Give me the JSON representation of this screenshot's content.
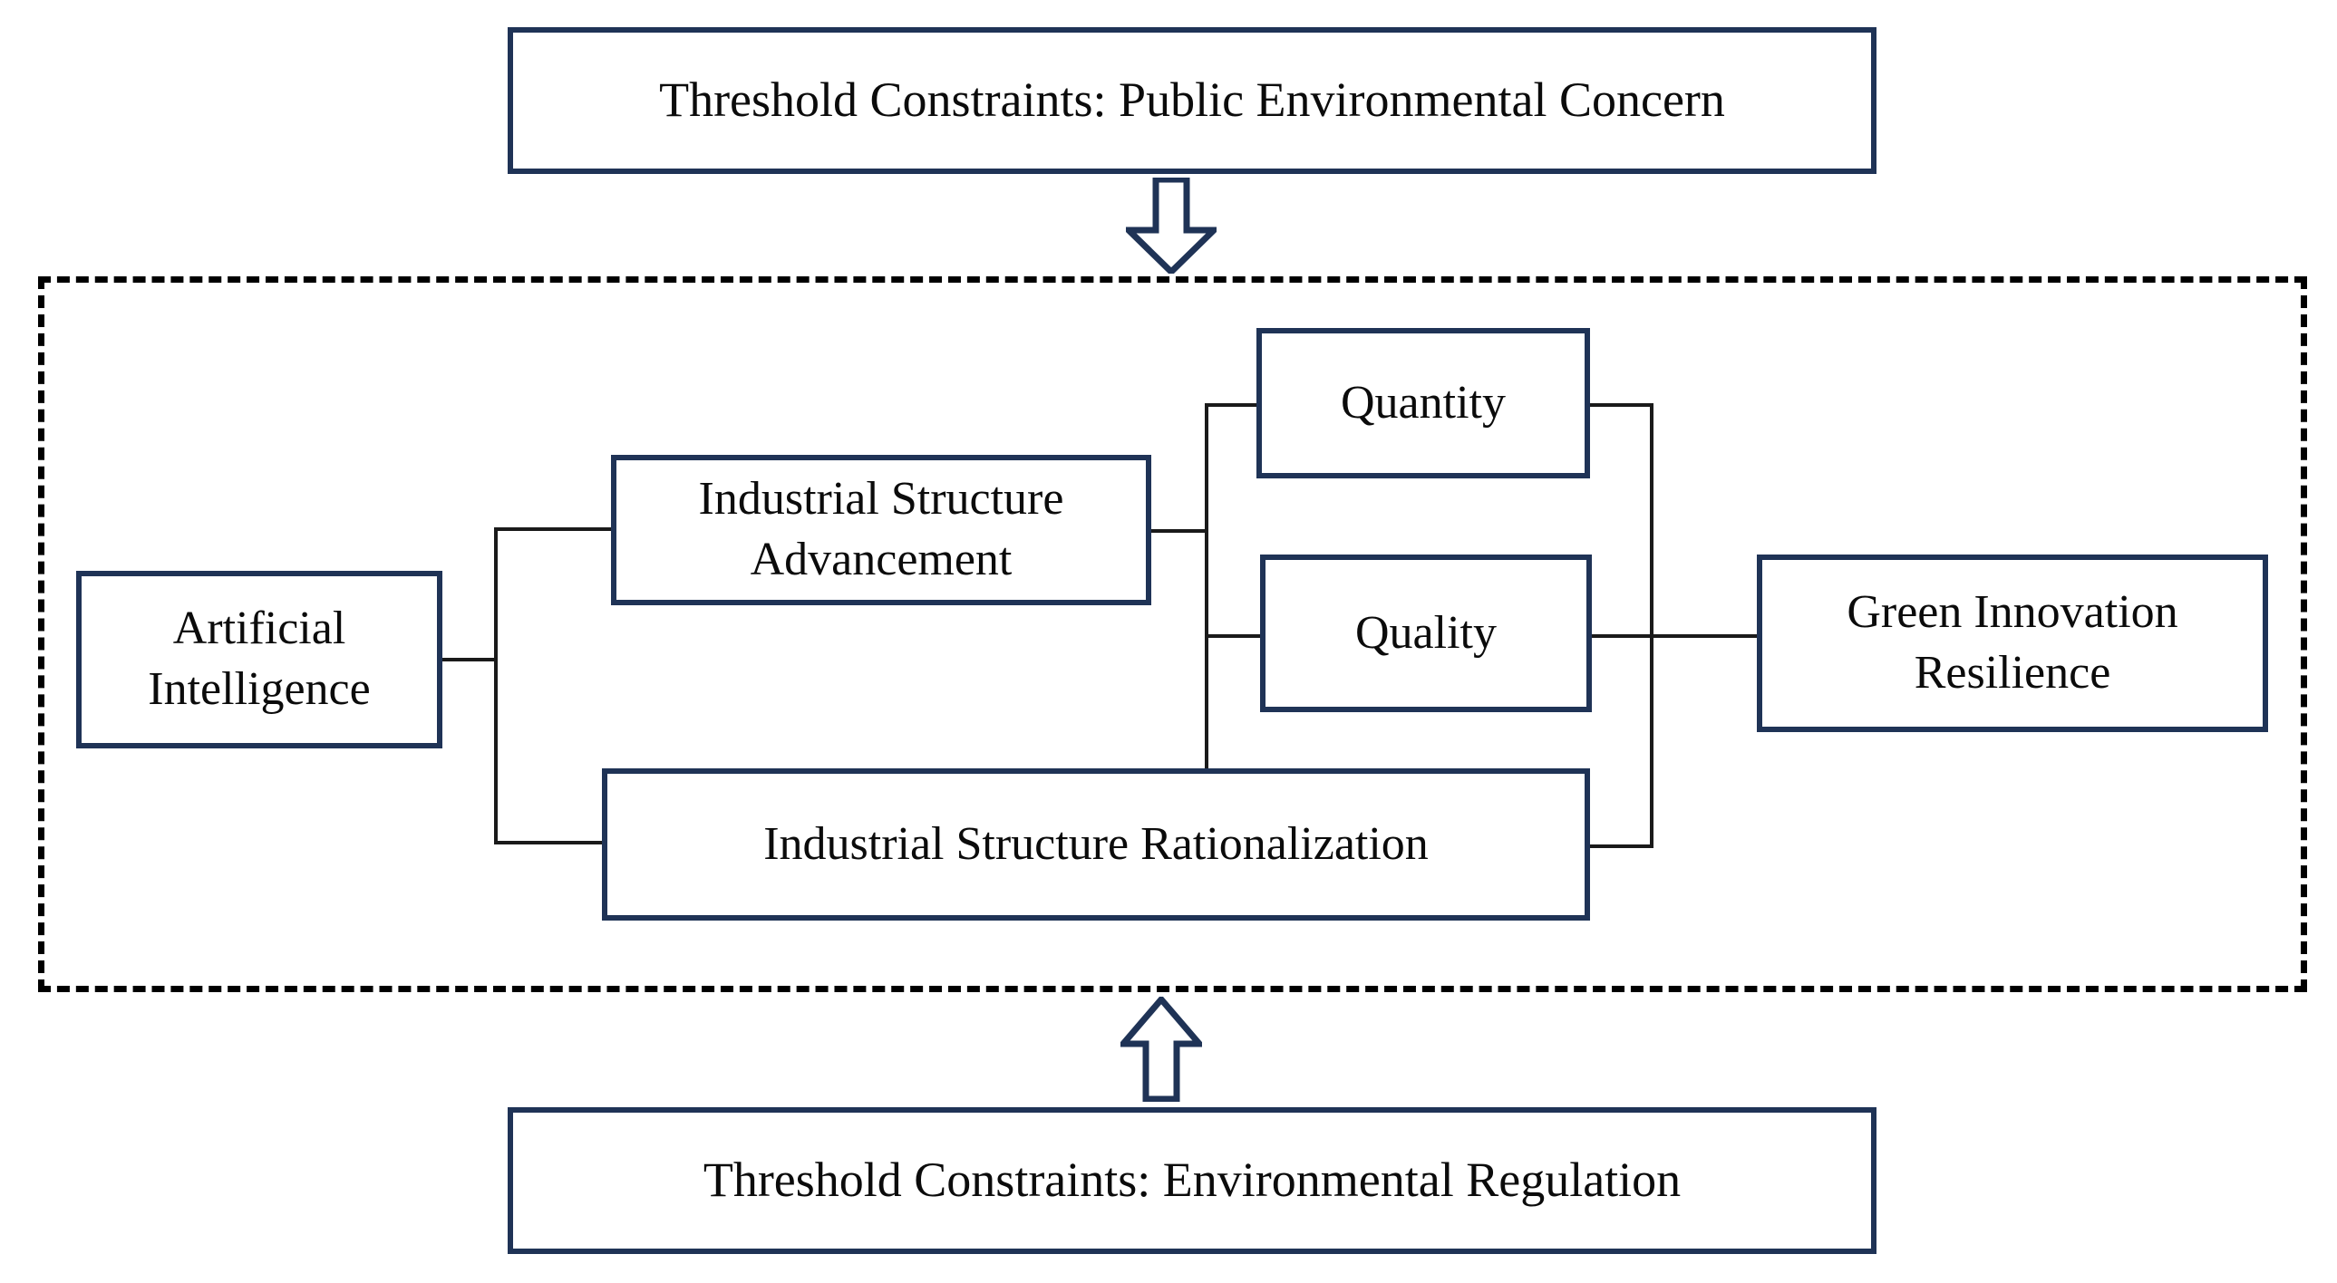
{
  "diagram": {
    "title_top": "Threshold Constraints: Public Environmental Concern",
    "title_bottom": "Threshold Constraints: Environmental Regulation",
    "colors": {
      "node_border": "#1f3356",
      "boundary_border": "#000000",
      "connector": "#1a1a1a",
      "background": "#ffffff",
      "text": "#0b0b0b"
    },
    "nodes": {
      "public_concern": "Threshold Constraints: Public Environmental Concern",
      "env_regulation": "Threshold Constraints: Environmental Regulation",
      "artificial_intelligence": "Artificial\nIntelligence",
      "industrial_structure_advancement": "Industrial Structure\nAdvancement",
      "industrial_structure_rationalization": "Industrial Structure Rationalization",
      "quantity": "Quantity",
      "quality": "Quality",
      "green_innovation_resilience": "Green Innovation\nResilience"
    },
    "arrows": {
      "down": "down-block-arrow",
      "up": "up-block-arrow"
    },
    "edges": [
      {
        "from": "artificial_intelligence",
        "to": "industrial_structure_advancement"
      },
      {
        "from": "artificial_intelligence",
        "to": "industrial_structure_rationalization"
      },
      {
        "from": "industrial_structure_advancement",
        "to": "quantity"
      },
      {
        "from": "industrial_structure_advancement",
        "to": "quality"
      },
      {
        "from": "quantity",
        "to": "green_innovation_resilience"
      },
      {
        "from": "quality",
        "to": "green_innovation_resilience"
      },
      {
        "from": "industrial_structure_rationalization",
        "to": "green_innovation_resilience"
      },
      {
        "from": "public_concern",
        "to": "boundary",
        "style": "block-arrow-down"
      },
      {
        "from": "env_regulation",
        "to": "boundary",
        "style": "block-arrow-up"
      }
    ]
  }
}
